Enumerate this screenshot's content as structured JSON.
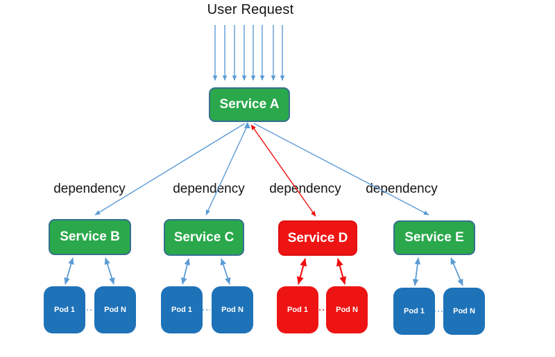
{
  "diagram": {
    "title": "User Request",
    "user_request_arrow_count": 8,
    "services": [
      {
        "id": "service-a",
        "label": "Service A",
        "state": "healthy"
      },
      {
        "id": "service-b",
        "label": "Service B",
        "state": "healthy"
      },
      {
        "id": "service-c",
        "label": "Service C",
        "state": "healthy"
      },
      {
        "id": "service-d",
        "label": "Service D",
        "state": "failing"
      },
      {
        "id": "service-e",
        "label": "Service E",
        "state": "healthy"
      }
    ],
    "edges": [
      {
        "from": "Service A",
        "to": "Service B",
        "label": "dependency",
        "state": "healthy"
      },
      {
        "from": "Service A",
        "to": "Service C",
        "label": "dependency",
        "state": "healthy"
      },
      {
        "from": "Service A",
        "to": "Service D",
        "label": "dependency",
        "state": "failing"
      },
      {
        "from": "Service A",
        "to": "Service E",
        "label": "dependency",
        "state": "healthy"
      }
    ],
    "pod_groups": [
      {
        "service": "Service B",
        "state": "healthy",
        "pods": [
          "Pod 1",
          "Pod N"
        ]
      },
      {
        "service": "Service C",
        "state": "healthy",
        "pods": [
          "Pod 1",
          "Pod N"
        ]
      },
      {
        "service": "Service D",
        "state": "failing",
        "pods": [
          "Pod 1",
          "Pod N"
        ]
      },
      {
        "service": "Service E",
        "state": "healthy",
        "pods": [
          "Pod 1",
          "Pod N"
        ]
      }
    ]
  },
  "colors": {
    "healthy_green": "#2aa84b",
    "failing_red": "#ee1414",
    "pod_blue": "#1e72b8",
    "arrow_blue": "#5b9bd5",
    "arrow_red": "#f20d0d",
    "service_border": "#35708e",
    "text_black": "#141414"
  }
}
